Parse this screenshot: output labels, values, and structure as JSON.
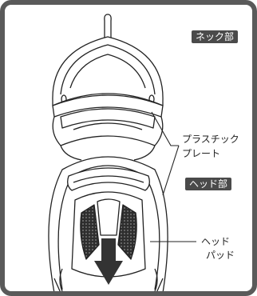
{
  "labels": {
    "neck_part": "ネック部",
    "head_part": "ヘッド部",
    "plastic_plate_line1": "プラスチック",
    "plastic_plate_line2": "プレート",
    "head_pad_line1": "ヘッド",
    "head_pad_line2": "パッド"
  },
  "colors": {
    "frame": "#5a5a5a",
    "tag_background": "#4a4a4a",
    "tag_text": "#ffffff",
    "arrow": "#333333",
    "pad_pattern": "#3a3a3a"
  },
  "icons": {
    "arrow": "down-arrow-icon"
  }
}
